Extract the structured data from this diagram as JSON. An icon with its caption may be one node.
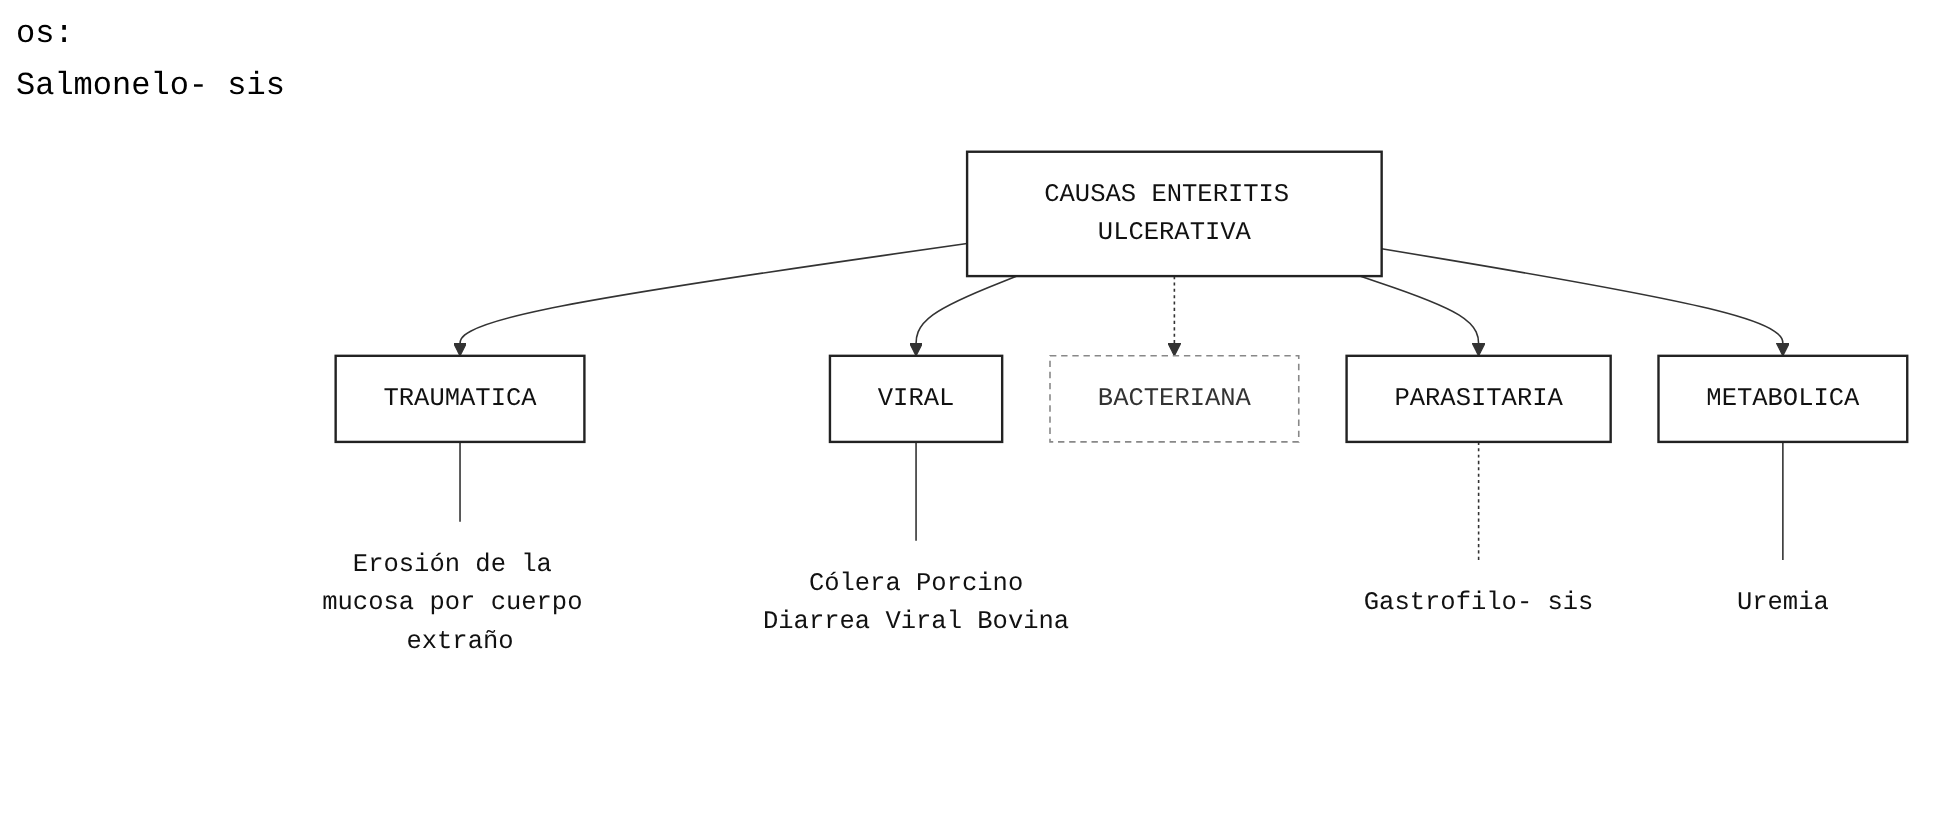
{
  "diagram": {
    "nodes": [
      {
        "text": [
          "CAUSAS ENTERITIS ULCERATIVA"
        ]
      },
      {
        "text": [
          "TRAUMATICA"
        ]
      },
      {
        "text": [
          "VIRAL"
        ]
      },
      {
        "text": [
          "BACTERIANA"
        ]
      },
      {
        "text": [
          "PARASITARIA"
        ]
      },
      {
        "text": [
          "METABOLICA"
        ]
      },
      {
        "text": [
          "Erosión de la mucosa por cuerpo extraño"
        ]
      },
      {
        "text": [
          "Cólera Porcino",
          "Diarrea Viral Bovina"
        ]
      },
      {
        "text": [
          "Gastrofilo- sis"
        ]
      },
      {
        "text": [
          "Uremia"
        ]
      }
    ],
    "edges": [
      {
        "from": 0,
        "to": 1,
        "arrow": "to"
      },
      {
        "from": 0,
        "to": 2,
        "arrow": "to"
      },
      {
        "from": 0,
        "to": 3,
        "arrow": "to",
        "style": "dashed"
      },
      {
        "from": 0,
        "to": 4,
        "arrow": "to"
      },
      {
        "from": 0,
        "to": 5,
        "arrow": "to"
      },
      {
        "from": 1,
        "to": 6,
        "arrow": "none"
      },
      {
        "from": 2,
        "to": 7,
        "arrow": "none"
      },
      {
        "from": 4,
        "to": 8,
        "arrow": "none",
        "style": "dashed"
      },
      {
        "from": 5,
        "to": 9,
        "arrow": "none"
      }
    ],
    "labels": [
      "os:",
      "Salmonelo- sis"
    ]
  }
}
